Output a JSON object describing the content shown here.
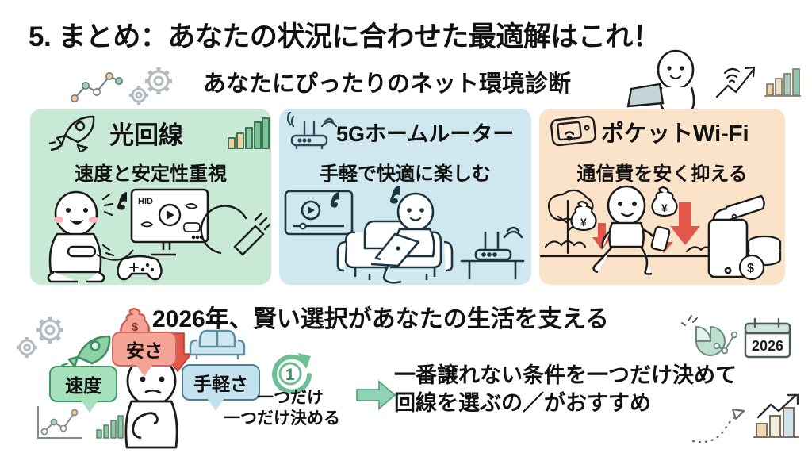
{
  "slide": {
    "title": "5. まとめ：あなたの状況に合わせた最適解はこれ！",
    "subtitle": "あなたにぴったりのネット環境診断",
    "headline": "2026年、賢い選択があなたの生活を支える",
    "recommendation_line1": "一番譲れない条件を一つだけ決めて",
    "recommendation_line2": "回線を選ぶの／がおすすめ"
  },
  "cards": [
    {
      "id": "fiber",
      "title": "光回線",
      "subtitle": "速度と安定性重視",
      "bg_color": "#c8e9d6",
      "icon": "rocket-icon",
      "art": "gamer-with-tv-and-controller",
      "screen_label": "HID"
    },
    {
      "id": "home-router-5g",
      "title": "5Gホームルーター",
      "subtitle": "手軽で快適に楽しむ",
      "bg_color": "#cfe8ef",
      "icon": "router-icon",
      "art": "person-on-sofa-with-laptop"
    },
    {
      "id": "pocket-wifi",
      "title": "ポケットWi-Fi",
      "subtitle": "通信費を安く抑える",
      "bg_color": "#fae3c8",
      "icon": "mobile-router-icon",
      "art": "walking-person-with-phone-and-money-bags"
    }
  ],
  "bubbles": [
    {
      "label": "速度",
      "color": "#a5e2bc",
      "border": "#3f9963",
      "name": "speed-bubble"
    },
    {
      "label": "安さ",
      "color": "#f4a397",
      "border": "#d4675a",
      "name": "cheap-bubble"
    },
    {
      "label": "手軽さ",
      "color": "#c3e2ee",
      "border": "#4a7f93",
      "name": "easy-bubble"
    }
  ],
  "decision": {
    "badge_number": "①",
    "line1": "一つだけ",
    "line2": "一つだけ決める"
  },
  "calendar": {
    "year": "2026"
  },
  "colors": {
    "green_accent": "#6fbf94",
    "red_accent": "#e2574a",
    "blue_accent": "#b6d9e6",
    "tan_accent": "#e8c79a",
    "ink": "#1b1b1b",
    "gray_icon": "#b9bfc3"
  }
}
